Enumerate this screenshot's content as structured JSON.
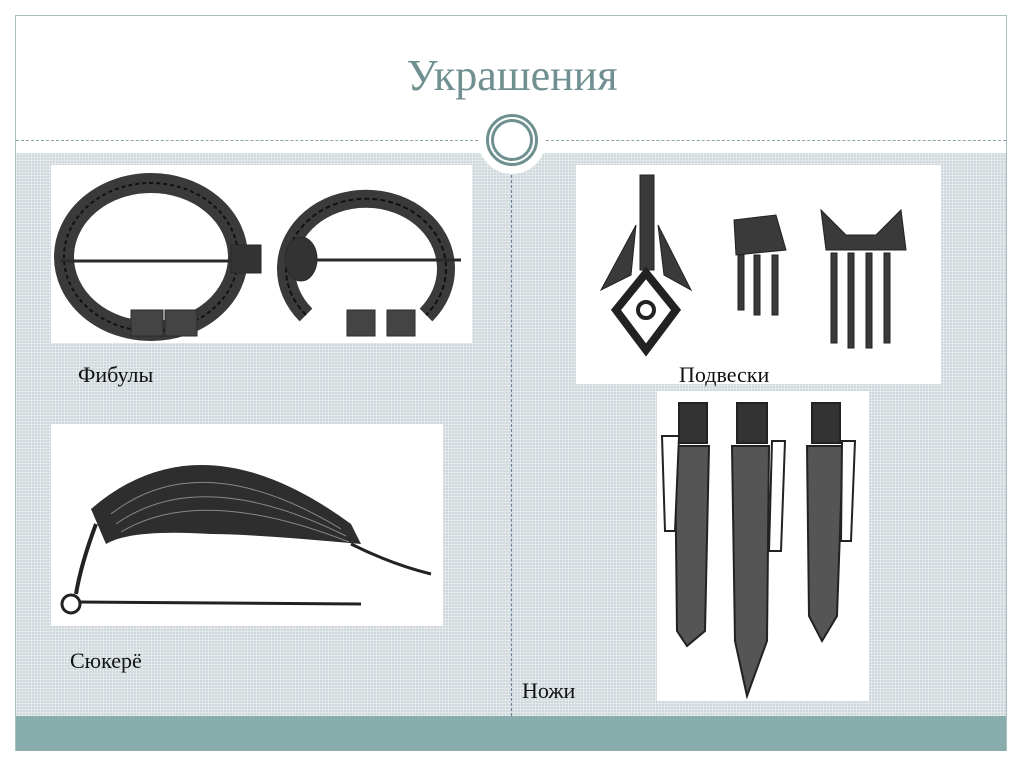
{
  "slide": {
    "title": "Украшения",
    "colors": {
      "title": "#6f8f91",
      "frame_border": "#a9bfc1",
      "content_background": "#cfd8dc",
      "footer_bar": "#89acac",
      "ornament": "#6f8f91"
    }
  },
  "items": [
    {
      "caption": "Фибулы",
      "image": "fibula-brooches-image"
    },
    {
      "caption": "Подвески",
      "image": "pendants-image"
    },
    {
      "caption": "Сюкерё",
      "image": "syukere-headdress-image"
    },
    {
      "caption": "Ножи",
      "image": "knives-image"
    }
  ]
}
